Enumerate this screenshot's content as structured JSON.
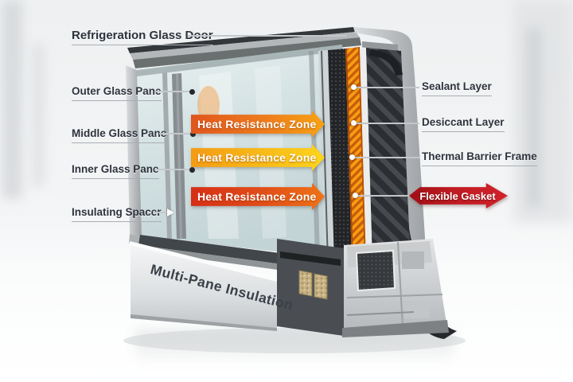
{
  "diagram": {
    "title_label": "Refrigeration Glass Door",
    "left_labels": [
      {
        "text": "Outer Glass Pane"
      },
      {
        "text": "Middle Glass Pane"
      },
      {
        "text": "Inner Glass Pane"
      },
      {
        "text": "Insulating Spacer"
      }
    ],
    "right_labels": [
      {
        "text": "Sealant Layer"
      },
      {
        "text": "Desiccant Layer"
      },
      {
        "text": "Thermal Barrier Frame"
      }
    ],
    "heat_arrows": [
      {
        "text": "Heat Resistance Zone",
        "gradient_from": "#e0561e",
        "gradient_to": "#f7a313"
      },
      {
        "text": "Heat Resistance Zone",
        "gradient_from": "#f49b14",
        "gradient_to": "#fcd41d"
      },
      {
        "text": "Heat Resistance Zone",
        "gradient_from": "#d62f16",
        "gradient_to": "#ef7316"
      }
    ],
    "gasket_badge": {
      "text": "Flexible Gasket",
      "color": "#c01b22"
    },
    "base_label": "Multi-Pane Insulation",
    "colors": {
      "label_text": "#2e333d",
      "underline": "#a9aeb4",
      "connector_line": "#c3c7cb",
      "glass_tint": "#cfdedf",
      "desiccant_orange": "#f59e12",
      "sealant_black": "#26282b",
      "aluminum_gray": "#c6c9cc",
      "badge_red": "#c01b22"
    }
  }
}
